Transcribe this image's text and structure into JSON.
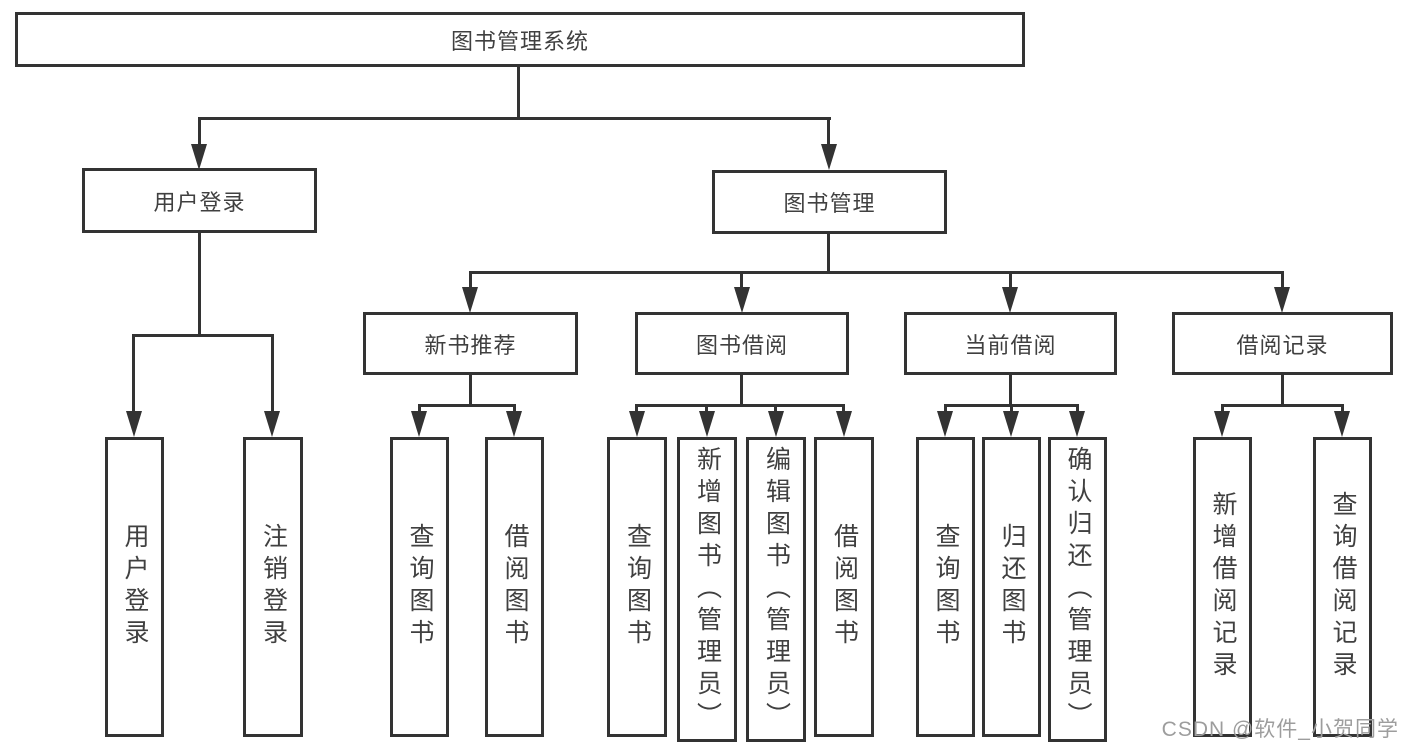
{
  "tree": {
    "root": {
      "label": "图书管理系统"
    },
    "branches": [
      {
        "label": "用户登录",
        "leaves": [
          "用户登录",
          "注销登录"
        ]
      },
      {
        "label": "图书管理",
        "categories": [
          {
            "label": "新书推荐",
            "leaves": [
              "查询图书",
              "借阅图书"
            ]
          },
          {
            "label": "图书借阅",
            "leaves": [
              "查询图书",
              "新增图书（管理员）",
              "编辑图书（管理员）",
              "借阅图书"
            ]
          },
          {
            "label": "当前借阅",
            "leaves": [
              "查询图书",
              "归还图书",
              "确认归还（管理员）"
            ]
          },
          {
            "label": "借阅记录",
            "leaves": [
              "新增借阅记录",
              "查询借阅记录"
            ]
          }
        ]
      }
    ]
  },
  "watermark": {
    "text": "CSDN @软件_小贺同学"
  },
  "colors": {
    "line": "#333333",
    "node_border": "#333333",
    "node_text": "#404040",
    "watermark": "#9d9d9d",
    "background": "#ffffff"
  }
}
